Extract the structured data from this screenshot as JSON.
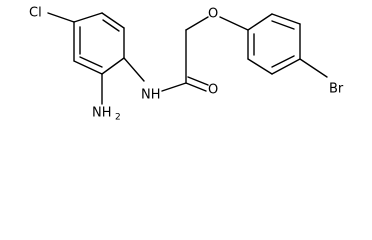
{
  "structure": {
    "atoms": {
      "chlorine": "Cl",
      "amine_element": "NH",
      "amine_subscript": "2",
      "amide_nitrogen": "NH",
      "carbonyl_oxygen": "O",
      "ether_oxygen": "O",
      "bromine": "Br"
    }
  }
}
